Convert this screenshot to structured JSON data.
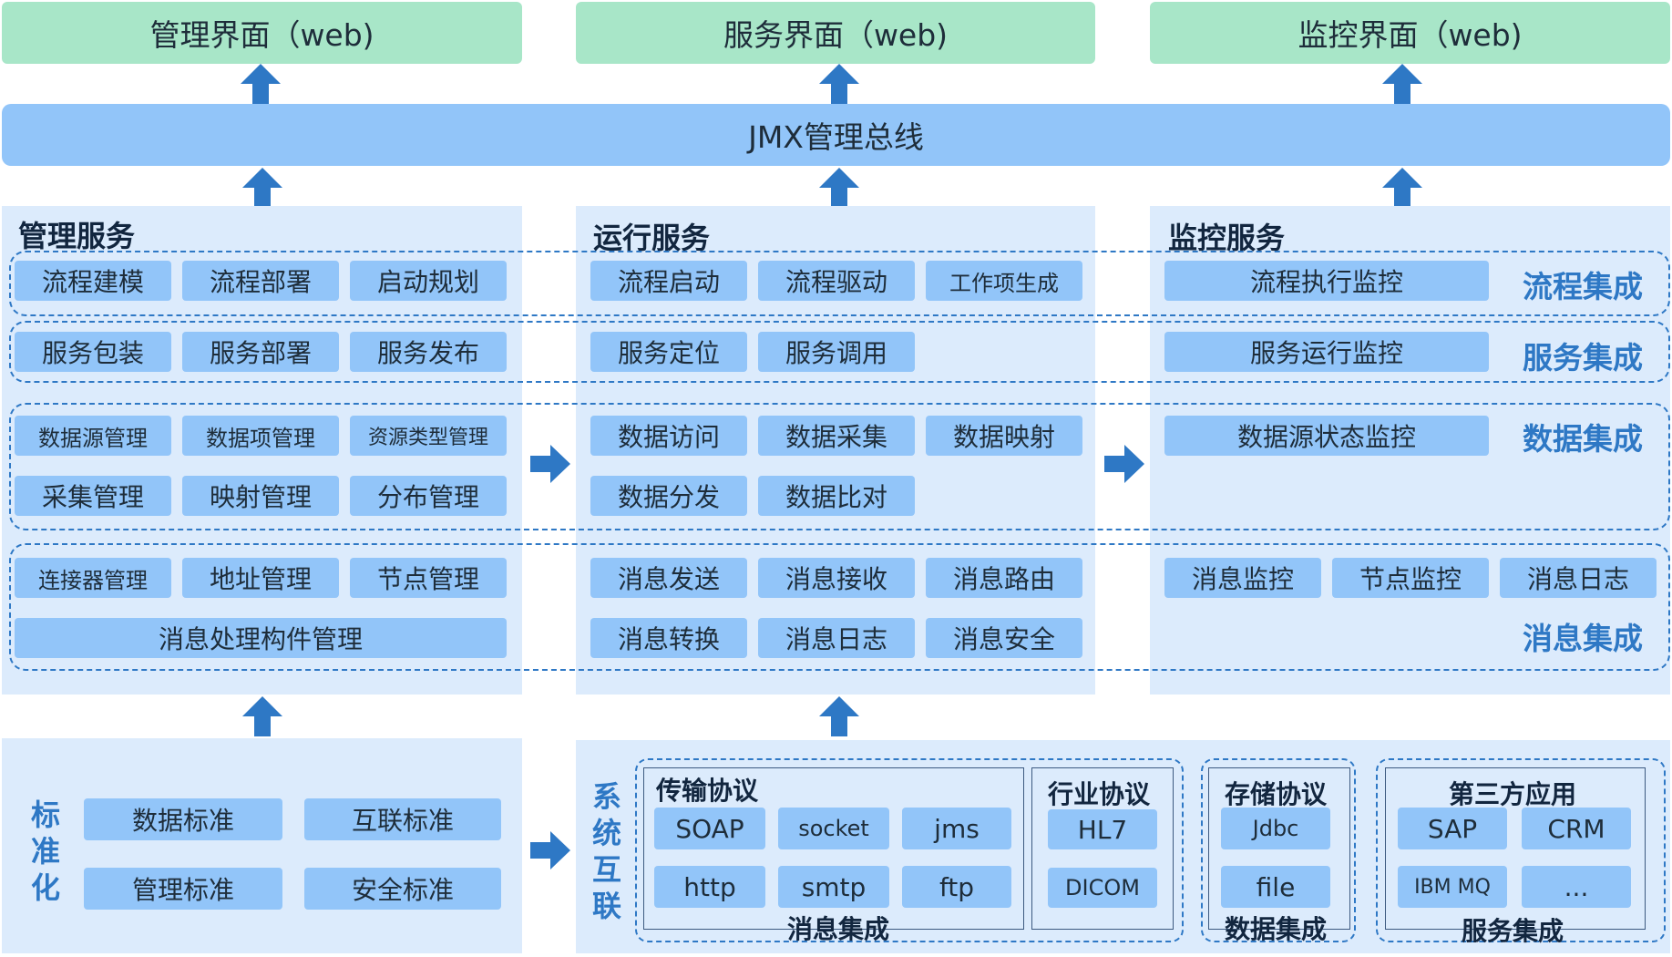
{
  "top": {
    "management_ui": "管理界面（web)",
    "service_ui": "服务界面（web)",
    "monitor_ui": "监控界面（web)"
  },
  "bus": "JMX管理总线",
  "management": {
    "title": "管理服务",
    "flow": [
      "流程建模",
      "流程部署",
      "启动规划"
    ],
    "service": [
      "服务包装",
      "服务部署",
      "服务发布"
    ],
    "data_row1": [
      "数据源管理",
      "数据项管理",
      "资源类型管理"
    ],
    "data_row2": [
      "采集管理",
      "映射管理",
      "分布管理"
    ],
    "msg_row1": [
      "连接器管理",
      "地址管理",
      "节点管理"
    ],
    "msg_wide": "消息处理构件管理"
  },
  "runtime": {
    "title": "运行服务",
    "flow": [
      "流程启动",
      "流程驱动",
      "工作项生成"
    ],
    "service": [
      "服务定位",
      "服务调用"
    ],
    "data_row1": [
      "数据访问",
      "数据采集",
      "数据映射"
    ],
    "data_row2": [
      "数据分发",
      "数据比对"
    ],
    "msg_row1": [
      "消息发送",
      "消息接收",
      "消息路由"
    ],
    "msg_row2": [
      "消息转换",
      "消息日志",
      "消息安全"
    ]
  },
  "monitor": {
    "title": "监控服务",
    "flow": "流程执行监控",
    "service": "服务运行监控",
    "data": "数据源状态监控",
    "msg": [
      "消息监控",
      "节点监控",
      "消息日志"
    ]
  },
  "integration_labels": {
    "flow": "流程集成",
    "service": "服务集成",
    "data": "数据集成",
    "msg": "消息集成"
  },
  "standards": {
    "title": "标准化",
    "items": [
      "数据标准",
      "互联标准",
      "管理标准",
      "安全标准"
    ]
  },
  "interconnect": {
    "title": "系统互联",
    "transport": {
      "title": "传输协议",
      "row1": [
        "SOAP",
        "socket",
        "jms"
      ],
      "row2": [
        "http",
        "smtp",
        "ftp"
      ],
      "group_label": "消息集成"
    },
    "industry": {
      "title": "行业协议",
      "items": [
        "HL7",
        "DICOM"
      ]
    },
    "storage": {
      "title": "存储协议",
      "items": [
        "Jdbc",
        "file"
      ],
      "group_label": "数据集成"
    },
    "thirdparty": {
      "title": "第三方应用",
      "row1": [
        "SAP",
        "CRM"
      ],
      "row2": [
        "IBM MQ",
        "..."
      ],
      "group_label": "服务集成"
    }
  },
  "colors": {
    "top_box": "#a8e6c8",
    "bus": "#92c5f9",
    "panel": "#dcebfc",
    "chip": "#92c5f9",
    "accent": "#2e78c5",
    "arrow": "#2e78c5"
  }
}
